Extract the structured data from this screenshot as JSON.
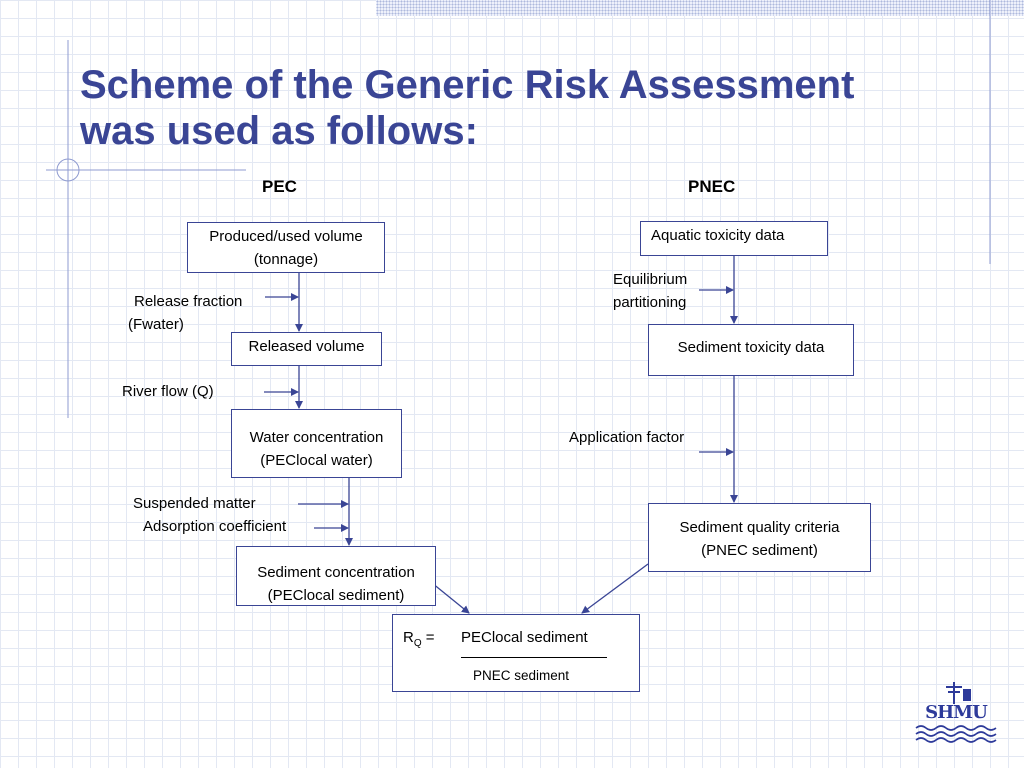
{
  "slide": {
    "title_line1": "Scheme of the Generic Risk Assessment",
    "title_line2": "was used as follows:"
  },
  "pec": {
    "heading": "PEC",
    "boxes": [
      {
        "line1": "Produced/used volume",
        "line2": "(tonnage)"
      },
      {
        "line1": "Released volume"
      },
      {
        "line1": "Water concentration",
        "line2": "(PEClocal water)"
      },
      {
        "line1": "Sediment concentration",
        "line2": "(PEClocal sediment)"
      }
    ],
    "inputs": {
      "release_fraction": "Release fraction",
      "fwater": "(Fwater)",
      "river_flow": "River flow (Q)",
      "suspended_matter": "Suspended matter",
      "adsorption_coefficient": "Adsorption coefficient"
    }
  },
  "pnec": {
    "heading": "PNEC",
    "boxes": [
      {
        "line1": "Aquatic toxicity data"
      },
      {
        "line1": "Sediment toxicity data"
      },
      {
        "line1": "Sediment quality criteria",
        "line2": "(PNEC sediment)"
      }
    ],
    "inputs": {
      "equilibrium": "Equilibrium",
      "partitioning": "partitioning",
      "application_factor": "Application factor"
    }
  },
  "ratio": {
    "lhs": "R",
    "lhs_sub": "Q",
    "equals": "=",
    "numerator": "PEClocal sediment",
    "denominator": "PNEC sediment"
  },
  "logo": {
    "text": "SHMU"
  },
  "colors": {
    "title": "#3a4595",
    "box_border": "#3a4595",
    "arrow": "#3a4595",
    "grid": "#e3e8f3"
  }
}
